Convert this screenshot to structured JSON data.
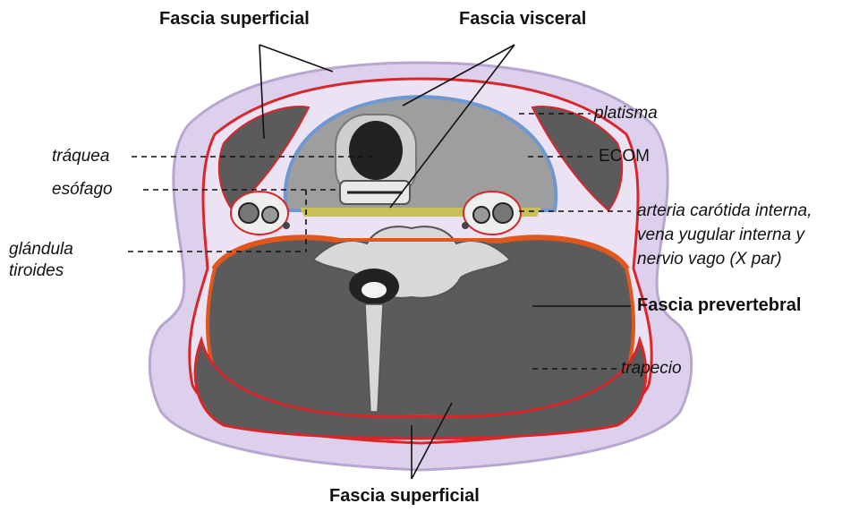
{
  "labels": {
    "fascia_superficial_top": "Fascia superficial",
    "fascia_visceral": "Fascia visceral",
    "platisma": "platisma",
    "ecom": "ECOM",
    "traquea": "tráquea",
    "esofago": "esófago",
    "glandula_1": "glándula",
    "glandula_2": "tiroides",
    "arteria_1": "arteria carótida interna,",
    "arteria_2": "vena yugular interna  y",
    "arteria_3": "nervio vago (X par)",
    "fascia_prevertebral": "Fascia prevertebral",
    "trapecio": "trapecio",
    "fascia_superficial_bottom": "Fascia superficial"
  },
  "colors": {
    "skin": "#ddd0ec",
    "skin_edge": "#b7a6cf",
    "muscle": "#5b5b5b",
    "fascia_red": "#d8262a",
    "fascia_orange": "#e0561c",
    "visceral_blue": "#6e98cf",
    "thyroid": "#c9c05a",
    "bone": "#d8d8d8",
    "label_text": "#111111"
  }
}
